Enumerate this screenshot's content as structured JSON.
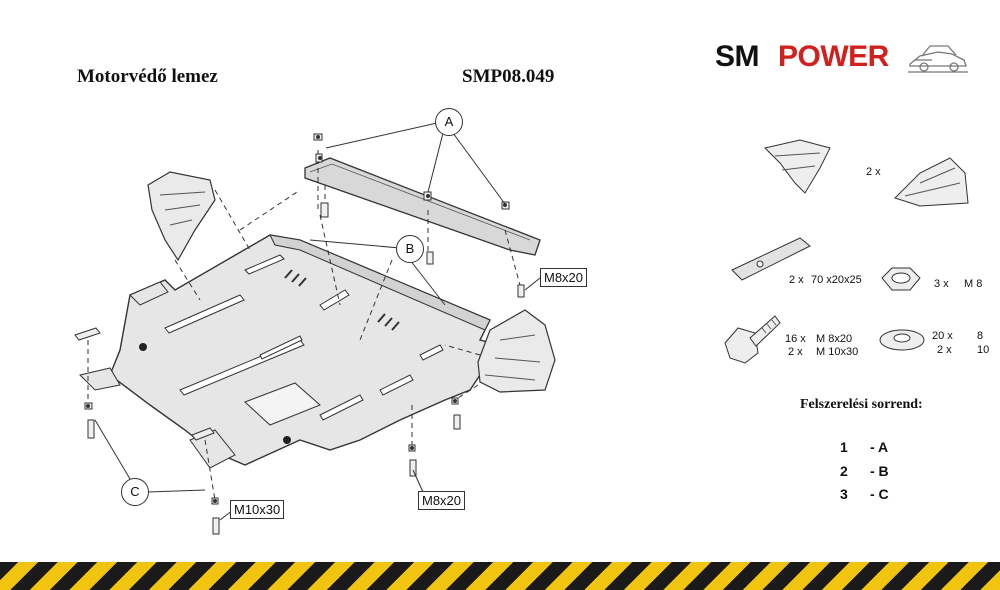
{
  "header": {
    "title": "Motorvédő lemez",
    "code": "SMP08.049"
  },
  "logo": {
    "part1": "SM",
    "part2": "POWER",
    "color_dark": "#111111",
    "color_red": "#d0211c"
  },
  "callouts": {
    "A": "A",
    "B": "B",
    "C": "C"
  },
  "bolt_labels": {
    "top_right": "M8x20",
    "bottom_center": "M8x20",
    "bottom_left": "M10x30"
  },
  "parts_list": {
    "brackets_qty": "2 x",
    "plate_qty": "2 x",
    "plate_dims": "70 x20x25",
    "nut_qty": "3 x",
    "nut_size": "M 8",
    "bolt_qty_1": "16 x",
    "bolt_size_1": "M 8x20",
    "bolt_qty_2": "2 x",
    "bolt_size_2": "M 10x30",
    "washer_qty_1": "20 x",
    "washer_size_1": "8",
    "washer_qty_2": "2 x",
    "washer_size_2": "10"
  },
  "install_order": {
    "heading": "Felszerelési sorrend:",
    "steps": [
      {
        "num": "1",
        "label": "- A"
      },
      {
        "num": "2",
        "label": "- B"
      },
      {
        "num": "3",
        "label": "- C"
      }
    ]
  },
  "colors": {
    "hazard_yellow": "#f1c40f",
    "hazard_black": "#1a1a1a",
    "plate_fill": "#e6e6e6"
  }
}
